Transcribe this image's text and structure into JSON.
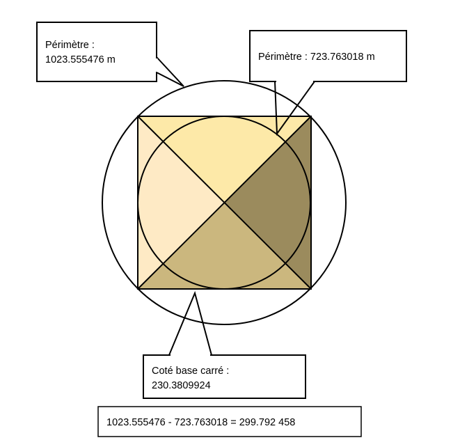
{
  "callouts": {
    "outer_perimeter": {
      "line1": "Périmètre :",
      "line2": "1023.555476 m"
    },
    "inner_perimeter": {
      "line1": "Périmètre  : 723.763018 m"
    },
    "square_side": {
      "line1": "Coté base carré :",
      "line2": "230.3809924"
    }
  },
  "equation": "1023.555476 - 723.763018 = 299.792 458",
  "colors": {
    "top_triangle": "#fde9a8",
    "left_triangle": "#feeac5",
    "right_triangle": "#9b8b5d",
    "bottom_triangle": "#cbb77e",
    "stroke": "#000000"
  }
}
